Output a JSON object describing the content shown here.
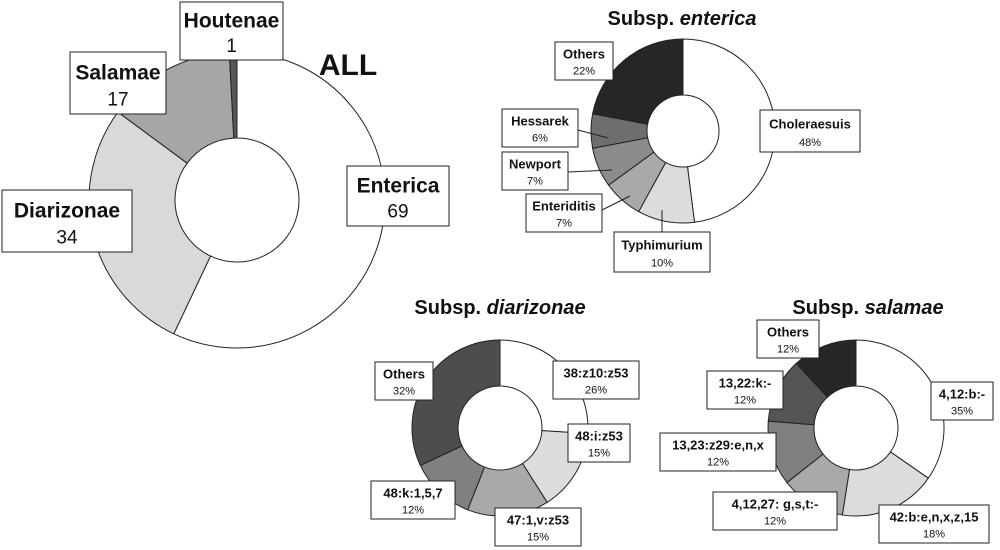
{
  "chart_data": [
    {
      "type": "pie",
      "title": "ALL",
      "title_prefix": "",
      "title_italic": "",
      "labels": [
        "Enterica",
        "Diarizonae",
        "Salamae",
        "Houtenae"
      ],
      "values": [
        69,
        34,
        17,
        1
      ],
      "value_labels": [
        "69",
        "34",
        "17",
        "1"
      ],
      "colors": [
        "#ffffff",
        "#d9d9d9",
        "#a6a6a6",
        "#555555"
      ],
      "donut": true
    },
    {
      "type": "pie",
      "title": "Subsp. enterica",
      "title_prefix": "Subsp. ",
      "title_italic": "enterica",
      "labels": [
        "Choleraesuis",
        "Typhimurium",
        "Enteriditis",
        "Newport",
        "Hessarek",
        "Others"
      ],
      "values": [
        48,
        10,
        7,
        7,
        6,
        22
      ],
      "value_labels": [
        "48%",
        "10%",
        "7%",
        "7%",
        "6%",
        "22%"
      ],
      "colors": [
        "#ffffff",
        "#dcdcdc",
        "#a9a9a9",
        "#8c8c8c",
        "#6e6e6e",
        "#262626"
      ],
      "donut": true
    },
    {
      "type": "pie",
      "title": "Subsp. diarizonae",
      "title_prefix": "Subsp. ",
      "title_italic": "diarizonae",
      "labels": [
        "38:z10:z53",
        "48:i:z53",
        "47:1,v:z53",
        "48:k:1,5,7",
        "Others"
      ],
      "values": [
        26,
        15,
        15,
        12,
        32
      ],
      "value_labels": [
        "26%",
        "15%",
        "15%",
        "12%",
        "32%"
      ],
      "colors": [
        "#ffffff",
        "#dcdcdc",
        "#a9a9a9",
        "#808080",
        "#4d4d4d"
      ],
      "donut": true
    },
    {
      "type": "pie",
      "title": "Subsp. salamae",
      "title_prefix": "Subsp. ",
      "title_italic": "salamae",
      "labels": [
        "4,12:b:-",
        "42:b:e,n,x,z,15",
        "4,12,27: g,s,t:-",
        "13,23:z29:e,n,x",
        "13,22:k:-",
        "Others"
      ],
      "values": [
        35,
        18,
        12,
        12,
        12,
        12
      ],
      "value_labels": [
        "35%",
        "18%",
        "12%",
        "12%",
        "12%",
        "12%"
      ],
      "colors": [
        "#ffffff",
        "#dcdcdc",
        "#a9a9a9",
        "#808080",
        "#555555",
        "#262626"
      ],
      "donut": true
    }
  ]
}
